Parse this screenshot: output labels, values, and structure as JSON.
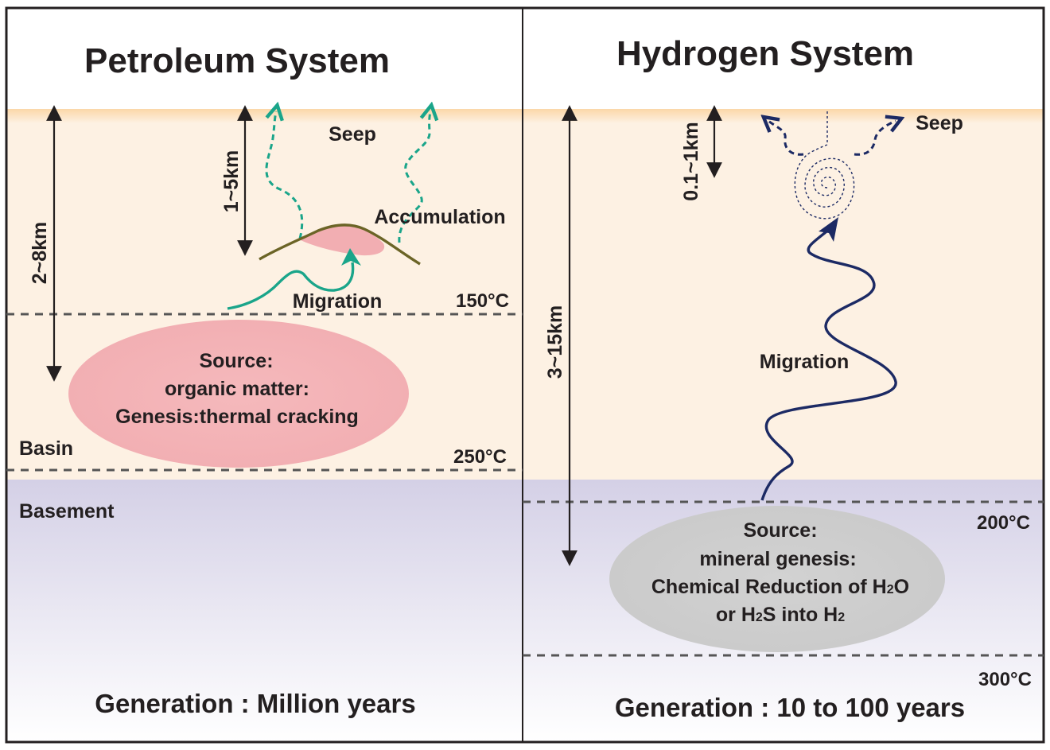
{
  "colors": {
    "sediment": "#fdf1e3",
    "surface": "#fbd7a8",
    "basement_top": "#d4d0e6",
    "basement_bottom": "#ffffff",
    "frame": "#231f20",
    "petroleum_path": "#1aa58a",
    "hydrogen_path": "#1c2a64",
    "source_pink": "#f2aeb2",
    "source_gray": "#cacaca",
    "trap": "#6b6426",
    "dash_line": "#555555"
  },
  "petroleum": {
    "title": "Petroleum System",
    "seep": "Seep",
    "accumulation": "Accumulation",
    "migration": "Migration",
    "depth_total": "2~8km",
    "depth_reservoir": "1~5km",
    "temp_top": "150°C",
    "temp_bottom": "250°C",
    "basin": "Basin",
    "basement": "Basement",
    "source_line1": "Source:",
    "source_line2": "organic matter:",
    "source_line3": "Genesis:thermal cracking",
    "generation": "Generation : Million years"
  },
  "hydrogen": {
    "title": "Hydrogen System",
    "seep": "Seep",
    "migration": "Migration",
    "depth_total": "3~15km",
    "depth_surface": "0.1~1km",
    "temp_top": "200°C",
    "temp_bottom": "300°C",
    "source_line1": "Source:",
    "source_line2": "mineral genesis:",
    "source_line3_a": "Chemical Reduction of H",
    "source_line3_sub": "2",
    "source_line3_b": "O",
    "source_line4_a": "or H",
    "source_line4_sub1": "2",
    "source_line4_b": "S into H",
    "source_line4_sub2": "2",
    "generation": "Generation : 10 to 100 years"
  }
}
